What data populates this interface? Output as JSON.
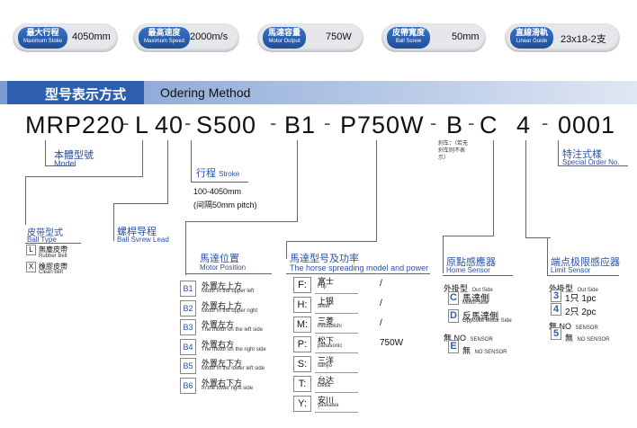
{
  "specs": [
    {
      "cn": "最大行程",
      "en": "Maximum Stoke",
      "value": "4050mm"
    },
    {
      "cn": "最高速度",
      "en": "Maximum Speed",
      "value": "2000m/s"
    },
    {
      "cn": "馬達容量",
      "en": "Motor Output",
      "value": "750W"
    },
    {
      "cn": "皮帶寬度",
      "en": "Ball Screw",
      "value": "50mm"
    },
    {
      "cn": "直線滑軌",
      "en": "Linear Guide",
      "value": "23x18-2支"
    }
  ],
  "header": {
    "cn": "型号表示方式",
    "en": "Odering Method"
  },
  "code": {
    "mrp": "MRP220",
    "l": "L",
    "n40": "40",
    "s": "S500",
    "b1": "B1",
    "p": "P750W",
    "b": "B",
    "c": "C",
    "four": "4",
    "order": "0001"
  },
  "model": {
    "cn": "本體型號",
    "en": "Model"
  },
  "special": {
    "cn": "特注式樣",
    "en": "Special Order No."
  },
  "stroke": {
    "cn": "行程",
    "en": "Stroke",
    "range": "100-4050mm",
    "pitch": "(间隔50mm pitch)"
  },
  "brake_note": "刹车：（若无刹车则不表示）",
  "ball_type": {
    "cn": "皮带型式",
    "en": "Ball Type",
    "rows": [
      {
        "code": "L",
        "cn": "無塵皮帶",
        "en": "Rubber Belt"
      },
      {
        "code": "X",
        "cn": "橡膠皮帶",
        "en": "Clean belt"
      }
    ]
  },
  "lead": {
    "cn": "螺桿导程",
    "en": "Ball Svrew Lead"
  },
  "motor_pos": {
    "cn": "馬達位置",
    "en": "Motor  Position",
    "rows": [
      {
        "code": "B1",
        "cn": "外置左上方",
        "en": "Motor in the upper left"
      },
      {
        "code": "B2",
        "cn": "外置右上方",
        "en": "Motor in the upper right"
      },
      {
        "code": "B3",
        "cn": "外置左方",
        "en": "The motor on the left side"
      },
      {
        "code": "B4",
        "cn": "外置右方",
        "en": "The motor on the right side"
      },
      {
        "code": "B5",
        "cn": "外置左下方",
        "en": "Motor in the lower left side"
      },
      {
        "code": "B6",
        "cn": "外置右下方",
        "en": "In the lower right side"
      }
    ]
  },
  "motor_type": {
    "cn": "馬達型号及功率",
    "en": "The horse spreading model and power",
    "rows": [
      {
        "code": "F:",
        "cn": "富士",
        "en": "Fuji",
        "value": "/"
      },
      {
        "code": "H:",
        "cn": "上银",
        "en": "silver",
        "value": "/"
      },
      {
        "code": "M:",
        "cn": "三菱",
        "en": "mitsubishi",
        "value": "/"
      },
      {
        "code": "P:",
        "cn": "松下",
        "en": "panasonic",
        "value": "750W"
      },
      {
        "code": "S:",
        "cn": "三洋",
        "en": "sanyo",
        "value": ""
      },
      {
        "code": "T:",
        "cn": "台达",
        "en": "Delta",
        "value": ""
      },
      {
        "code": "Y:",
        "cn": "安川",
        "en": "yaskawa",
        "value": ""
      }
    ]
  },
  "home_sensor": {
    "cn": "原點感應器",
    "en": "Home Sensor",
    "head_cn": "外掛型",
    "head_en": "Out Side",
    "rows": [
      {
        "code": "C",
        "cn": "馬達側",
        "en": "Motor Side"
      },
      {
        "code": "D",
        "cn": "反馬達側",
        "en": "Opposite Motor Side"
      }
    ],
    "no_cn": "無 NO",
    "no_en": "SENSOR",
    "e_code": "E",
    "e_cn": "無",
    "e_en": "NO SENSOR"
  },
  "limit_sensor": {
    "cn": "端点极限感应器",
    "en": "Limit Sensor",
    "head_cn": "外掛型",
    "head_en": "Out Side",
    "rows": [
      {
        "code": "3",
        "cn": "1只 1pc"
      },
      {
        "code": "4",
        "cn": "2只 2pc"
      }
    ],
    "no_cn": "無 NO",
    "no_en": "SENSOR",
    "code5": "5",
    "five_cn": "無",
    "five_en": "NO SENSOR"
  }
}
